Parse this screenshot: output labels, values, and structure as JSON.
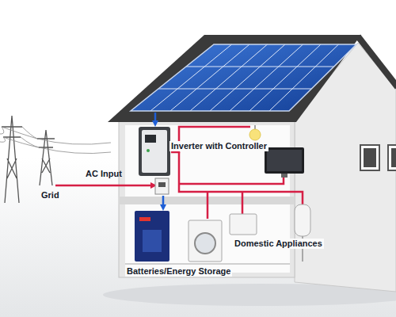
{
  "diagram": {
    "labels": [
      "Inverter with Controller",
      "AC Input",
      "Grid",
      "Domestic Appliances",
      "Batteries/Energy Storage"
    ]
  }
}
